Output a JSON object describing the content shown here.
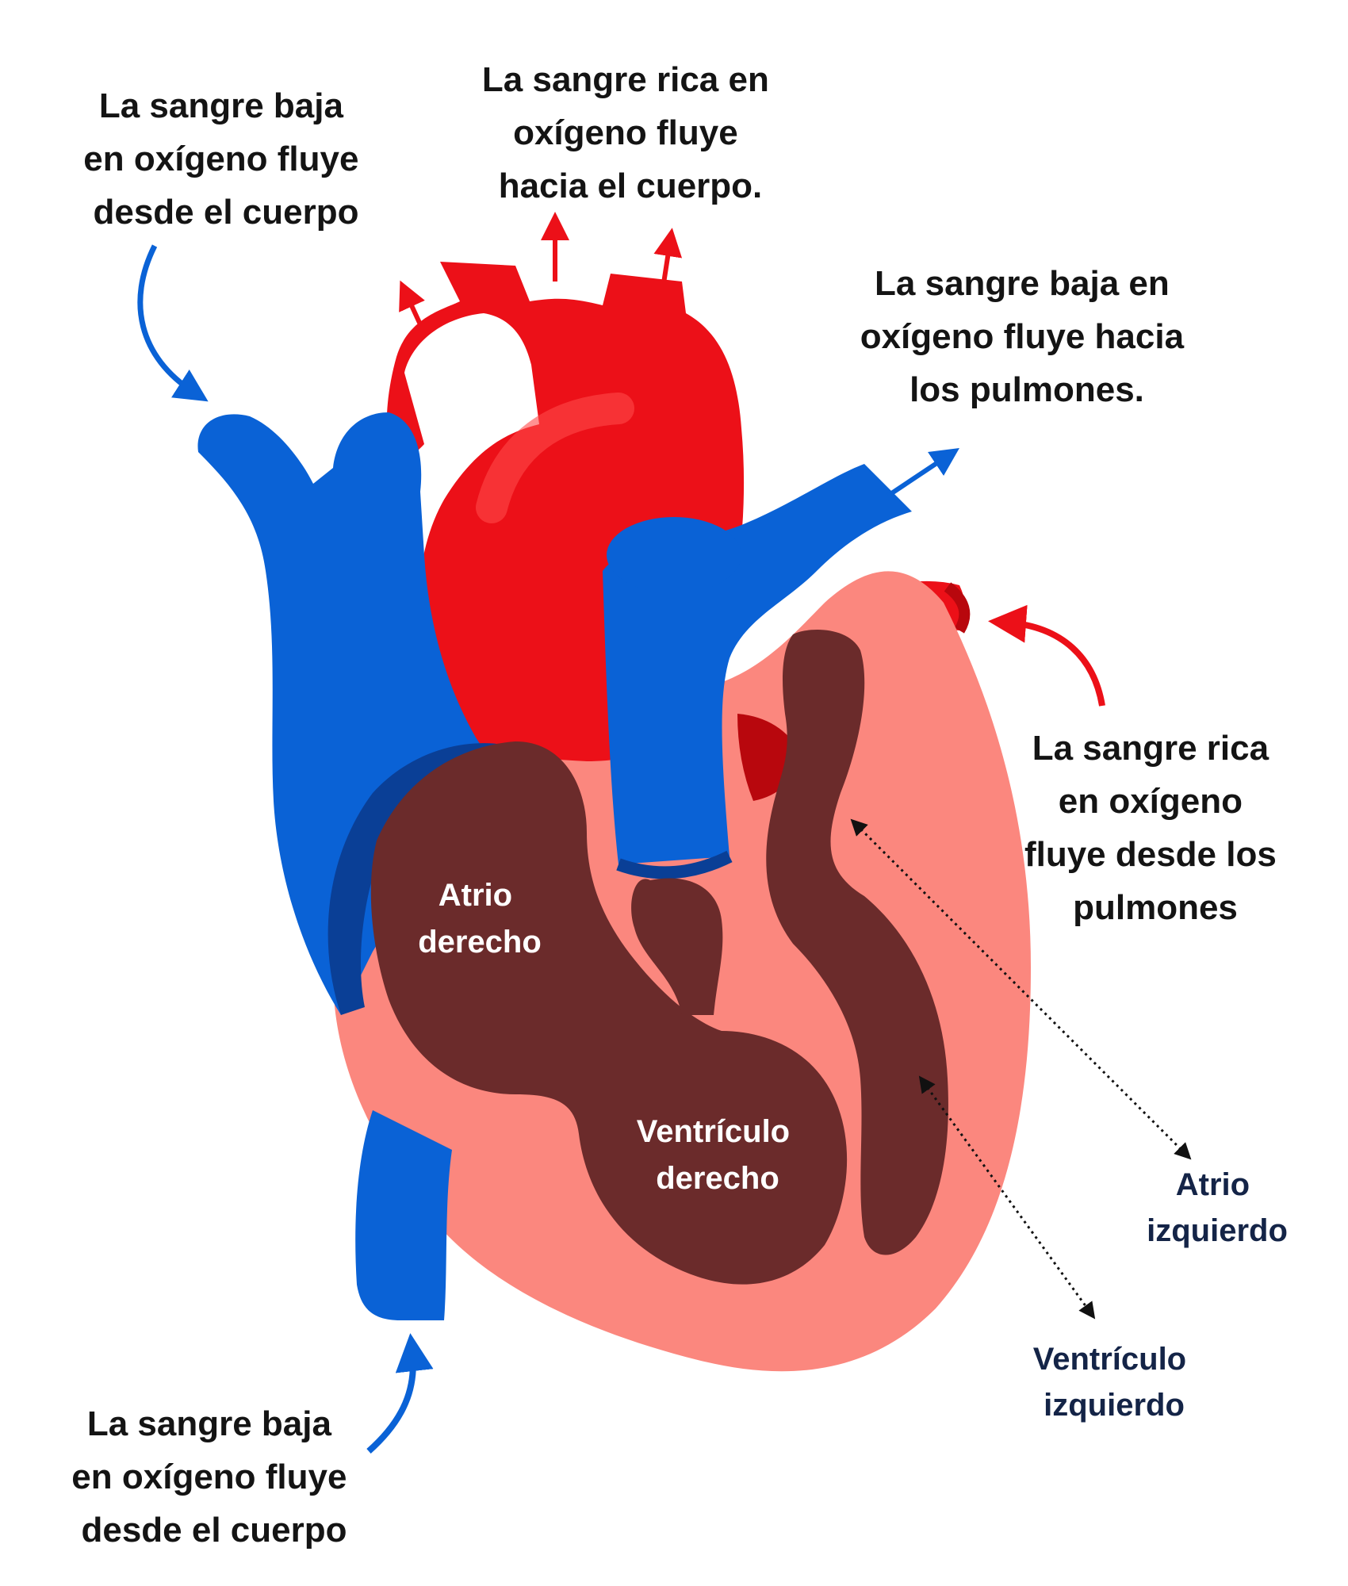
{
  "colors": {
    "deoxygenated": "#0a62d6",
    "deoxygenated_dark": "#0a3f96",
    "oxygenated": "#ec1018",
    "oxygenated_dark": "#b8070d",
    "muscle": "#fb877e",
    "chamber": "#6b2b2b",
    "label_dark": "#141414",
    "label_navy": "#142447"
  },
  "annotations": {
    "from_body_top": [
      "La sangre baja",
      "en oxígeno fluye",
      "desde el cuerpo"
    ],
    "to_body": [
      "La sangre rica en",
      "oxígeno fluye",
      "hacia el cuerpo."
    ],
    "to_lungs": [
      "La sangre baja en",
      "oxígeno fluye hacia",
      "los pulmones."
    ],
    "from_lungs": [
      "La sangre rica",
      "en oxígeno",
      "fluye desde los",
      "pulmones"
    ],
    "from_body_bottom": [
      "La sangre baja",
      "en oxígeno fluye",
      "desde el cuerpo"
    ]
  },
  "chambers": {
    "right_atrium": [
      "Atrio",
      "derecho"
    ],
    "right_ventricle": [
      "Ventrículo",
      "derecho"
    ],
    "left_atrium": [
      "Atrio",
      "izquierdo"
    ],
    "left_ventricle": [
      "Ventrículo",
      "izquierdo"
    ]
  }
}
